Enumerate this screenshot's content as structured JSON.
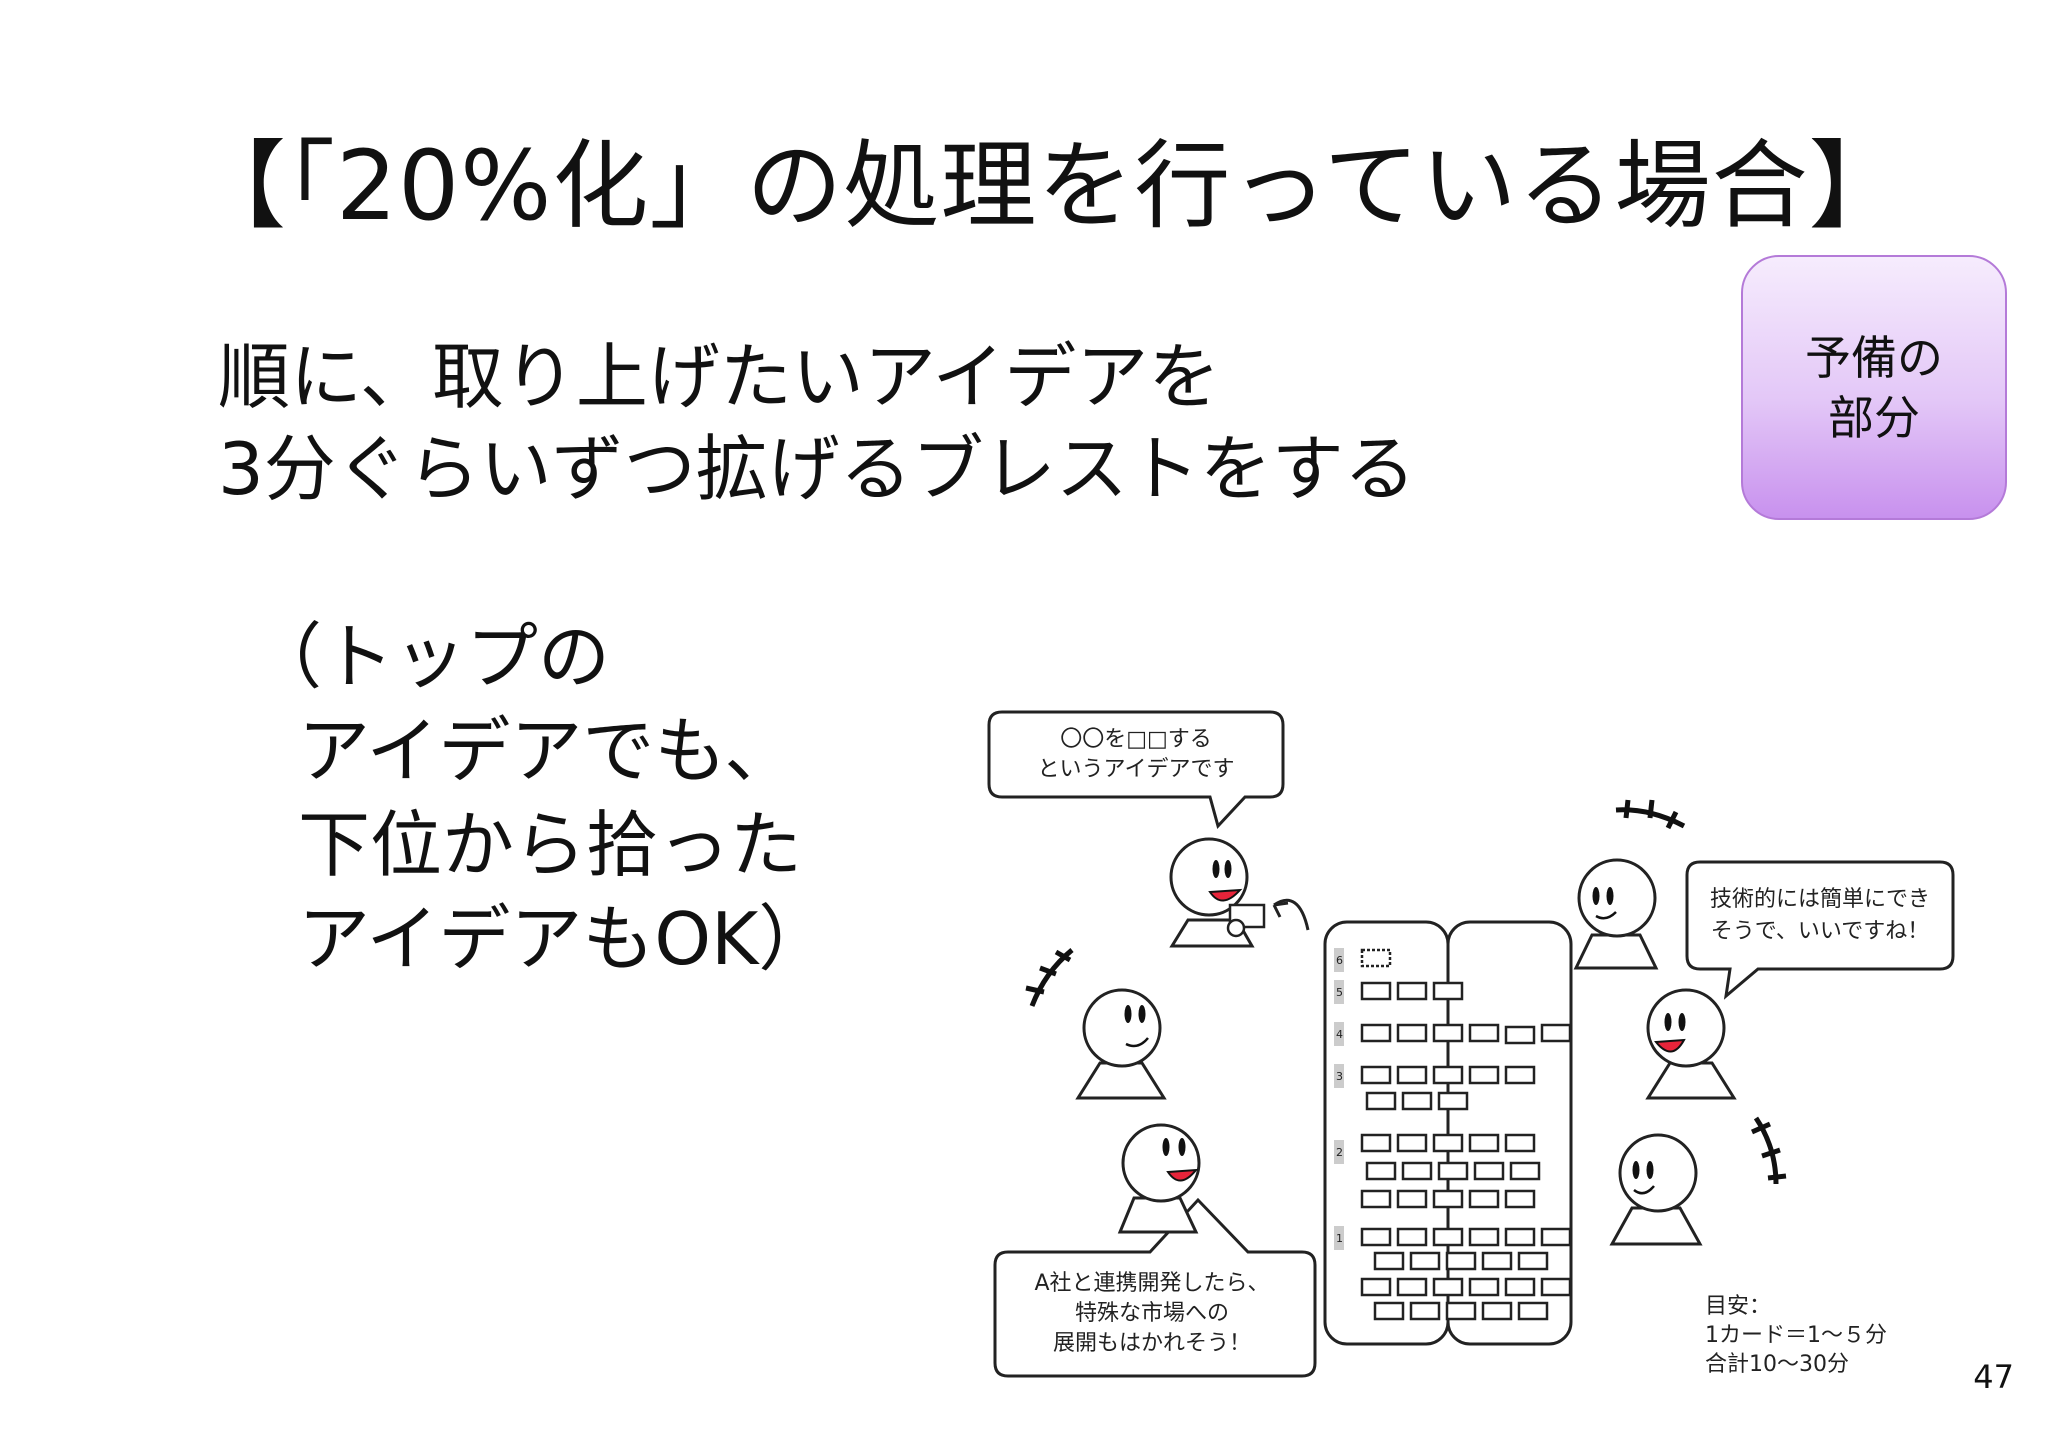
{
  "slide": {
    "title": "【「20%化」の処理を行っている場合】",
    "body_lines": [
      "順に、取り上げたいアイデアを",
      "3分ぐらいずつ拡げるブレストをする"
    ],
    "paren_lines": [
      "（トップの",
      "アイデアでも、",
      "下位から拾った",
      "アイデアもOK）"
    ],
    "badge_lines": [
      "予備の",
      "部分"
    ],
    "page_number": "47"
  },
  "illustration": {
    "bubble_top": [
      "〇〇を□□する",
      "というアイデアです"
    ],
    "bubble_right": [
      "技術的には簡単にでき",
      "そうで、いいですね！"
    ],
    "bubble_bottom": [
      "A社と連携開発したら、",
      "特殊な市場への",
      "展開もはかれそう！"
    ],
    "guide": [
      "目安：",
      "1カード＝1～５分",
      "合計10～30分"
    ],
    "column_numbers": [
      "6",
      "5",
      "4",
      "3",
      "2",
      "1"
    ]
  },
  "colors": {
    "badge_border": "#b47ad8",
    "badge_fill_top": "#f6ecfd",
    "badge_fill_bottom": "#c891ee",
    "mouth_red": "#e8243a"
  }
}
